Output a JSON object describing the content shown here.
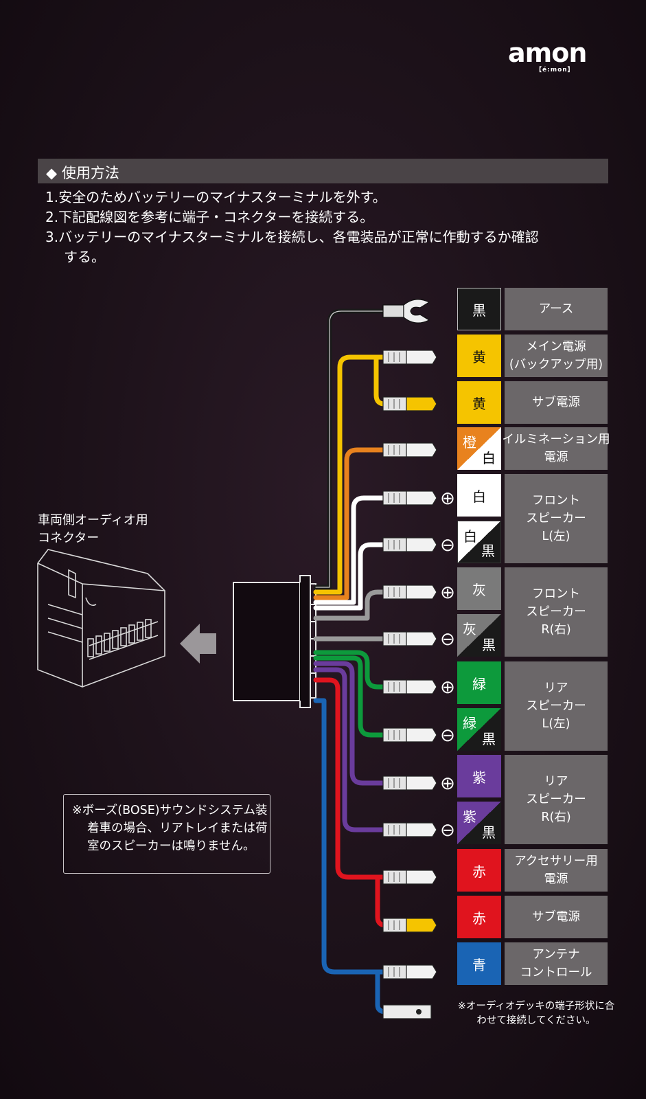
{
  "logo": {
    "main": "amon",
    "sub": "【é:mon】"
  },
  "section": {
    "title": "◆ 使用方法"
  },
  "steps": [
    "1.安全のためバッテリーのマイナスターミナルを外す。",
    "2.下記配線図を参考に端子・コネクターを接続する。",
    "3.バッテリーのマイナスターミナルを接続し、各電装品が正常に作動するか確認",
    "する。"
  ],
  "connector_label": [
    "車両側オーディオ用",
    "コネクター"
  ],
  "note": "※ボーズ(BOSE)サウンドシステム装着車の場合、リアトレイまたは荷室のスピーカーは鳴りません。",
  "bottom_note": "※オーディオデッキの端子形状に合わせて接続してください。",
  "colors": {
    "black": "#1a1a1a",
    "yellow": "#f5c400",
    "orange": "#e8821e",
    "white": "#ffffff",
    "gray": "#7a7a7a",
    "green": "#0d9a3c",
    "purple": "#6a3c9c",
    "red": "#e0141e",
    "blue": "#1a64b4",
    "panel": "#6b6769"
  },
  "wires": [
    {
      "color_label": "黒",
      "function": "アース"
    },
    {
      "color_label": "黄",
      "function": "メイン電源\n(バックアップ用)"
    },
    {
      "color_label": "黄",
      "function": "サブ電源"
    },
    {
      "color_label": [
        "橙",
        "白"
      ],
      "function": "イルミネーション用\n電源"
    },
    {
      "color_label": "白",
      "function": "フロント\nスピーカー\nL(左)",
      "polarity": "+"
    },
    {
      "color_label": [
        "白",
        "黒"
      ],
      "polarity": "−"
    },
    {
      "color_label": "灰",
      "function": "フロント\nスピーカー\nR(右)",
      "polarity": "+"
    },
    {
      "color_label": [
        "灰",
        "黒"
      ],
      "polarity": "−"
    },
    {
      "color_label": "緑",
      "function": "リア\nスピーカー\nL(左)",
      "polarity": "+"
    },
    {
      "color_label": [
        "緑",
        "黒"
      ],
      "polarity": "−"
    },
    {
      "color_label": "紫",
      "function": "リア\nスピーカー\nR(右)",
      "polarity": "+"
    },
    {
      "color_label": [
        "紫",
        "黒"
      ],
      "polarity": "−"
    },
    {
      "color_label": "赤",
      "function": "アクセサリー用\n電源"
    },
    {
      "color_label": "赤",
      "function": "サブ電源"
    },
    {
      "color_label": "青",
      "function": "アンテナ\nコントロール"
    }
  ],
  "polarity_symbols": {
    "plus": "⊕",
    "minus": "⊖"
  }
}
